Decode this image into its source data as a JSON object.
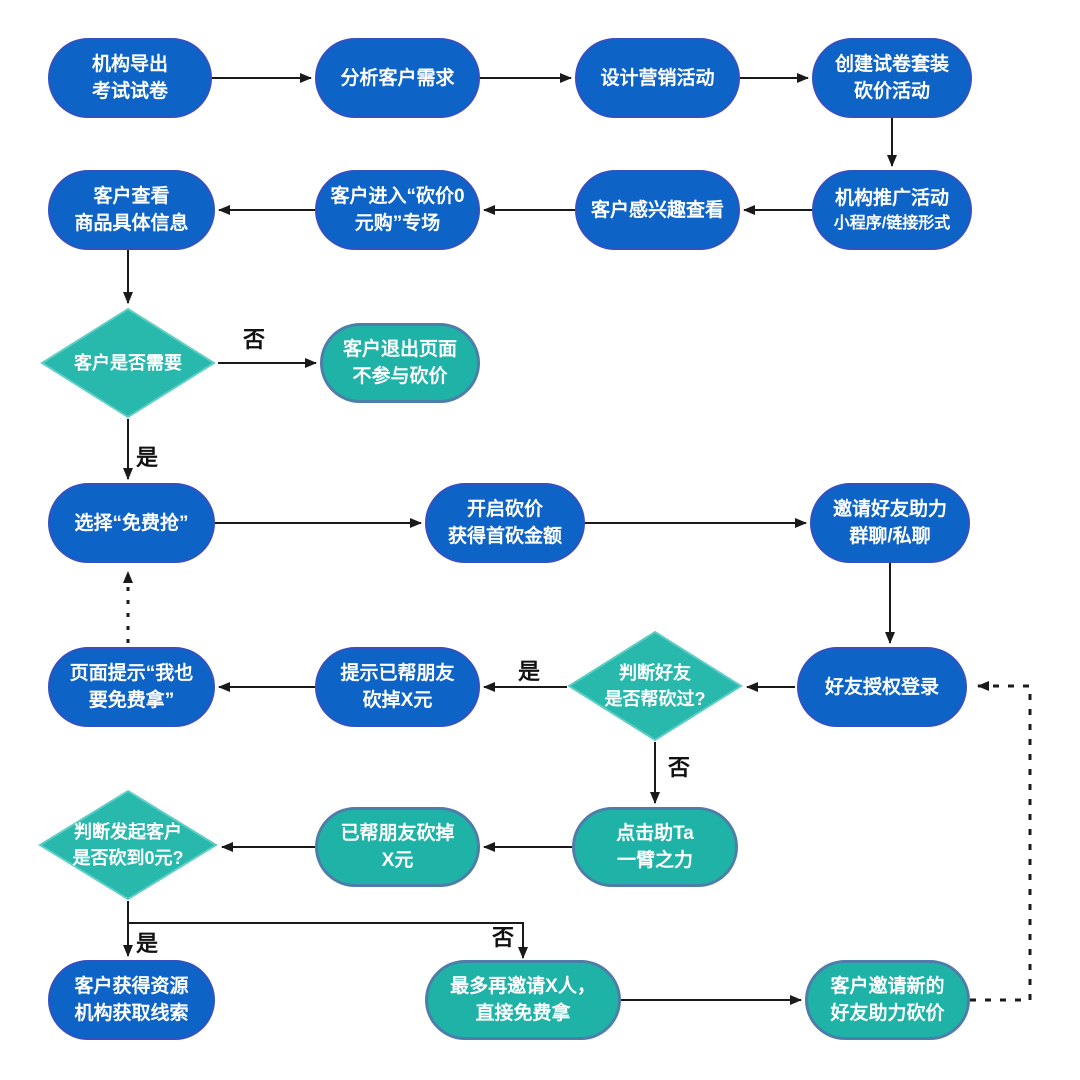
{
  "flowchart": {
    "colors": {
      "process_fill": "#0d63c6",
      "alt_fill": "#1fb2a7",
      "decision_fill": "#29b8ac",
      "connector": "#1a1a1a",
      "text": "#ffffff",
      "background": "#ffffff"
    },
    "nodes": {
      "export_exam": {
        "lines": [
          "机构导出",
          "考试试卷"
        ]
      },
      "analyze_needs": {
        "lines": [
          "分析客户需求"
        ]
      },
      "design_campaign": {
        "lines": [
          "设计营销活动"
        ]
      },
      "create_bundle": {
        "lines": [
          "创建试卷套装",
          "砍价活动"
        ]
      },
      "promote": {
        "lines": [
          "机构推广活动",
          "小程序/链接形式"
        ]
      },
      "interest_view": {
        "lines": [
          "客户感兴趣查看"
        ]
      },
      "enter_venue": {
        "lines": [
          "客户进入“砍价0",
          "元购”专场"
        ]
      },
      "view_product": {
        "lines": [
          "客户查看",
          "商品具体信息"
        ]
      },
      "need_decision": {
        "lines": [
          "客户是否需要"
        ]
      },
      "exit_page": {
        "lines": [
          "客户退出页面",
          "不参与砍价"
        ]
      },
      "choose_free": {
        "lines": [
          "选择“免费抢”"
        ]
      },
      "start_bargain": {
        "lines": [
          "开启砍价",
          "获得首砍金额"
        ]
      },
      "invite_friends": {
        "lines": [
          "邀请好友助力",
          "群聊/私聊"
        ]
      },
      "friend_login": {
        "lines": [
          "好友授权登录"
        ]
      },
      "friend_cut_decision": {
        "lines": [
          "判断好友",
          "是否帮砍过?"
        ]
      },
      "already_cut_tip": {
        "lines": [
          "提示已帮朋友",
          "砍掉X元"
        ]
      },
      "page_tip": {
        "lines": [
          "页面提示“我也",
          "要免费拿”"
        ]
      },
      "help_ta": {
        "lines": [
          "点击助Ta",
          "一臂之力"
        ]
      },
      "cut_amount": {
        "lines": [
          "已帮朋友砍掉",
          "X元"
        ]
      },
      "zero_decision": {
        "lines": [
          "判断发起客户",
          "是否砍到0元?"
        ]
      },
      "gain_leads": {
        "lines": [
          "客户获得资源",
          "机构获取线索"
        ]
      },
      "invite_more": {
        "lines": [
          "最多再邀请X人，",
          "直接免费拿"
        ]
      },
      "invite_new": {
        "lines": [
          "客户邀请新的",
          "好友助力砍价"
        ]
      }
    },
    "edge_labels": {
      "d1_no": "否",
      "d1_yes": "是",
      "d2_yes": "是",
      "d2_no": "否",
      "d3_yes": "是",
      "d3_no": "否"
    }
  }
}
